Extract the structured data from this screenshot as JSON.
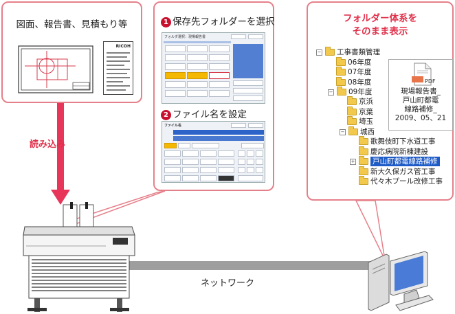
{
  "documents_box": {
    "title": "図面、報告書、見積もり等",
    "brand_on_report": "RICOH"
  },
  "screens_box": {
    "step1": "保存先フォルダーを選択",
    "step1_number": "1",
    "step2": "ファイル名を設定",
    "step2_number": "2",
    "screen1_title": "フォルダ選択：現場報告書",
    "screen2_title": "ファイル名"
  },
  "folder_box": {
    "heading_line1": "フォルダー体系を",
    "heading_line2": "そのまま表示",
    "tree": {
      "root": "工事書類管理",
      "y06": "06年度",
      "y07": "07年度",
      "y08": "08年度",
      "y09": "09年度",
      "kyohama": "京浜",
      "keiyo": "京葉",
      "saitama": "埼玉",
      "josai": "城西",
      "kabukicho": "歌舞伎町下水道工事",
      "keio": "慶応病院新棟建設",
      "toyama": "戸山町都電線路補修",
      "shinokubo": "新大久保ガス管工事",
      "yoyogi": "代々木プール改修工事"
    },
    "pdf_card": {
      "badge": "PDF",
      "line1": "現場報告書_",
      "line2": "戸山町都電",
      "line3": "線路補修_",
      "line4": "2009、05、21"
    }
  },
  "labels": {
    "read_in": "読み込み",
    "network": "ネットワーク"
  },
  "colors": {
    "accent_red": "#e0304a",
    "box_border": "#e5808a",
    "arrow": "#e8365a",
    "network_line": "#9e9e9e",
    "selection_blue": "#1e5bc6"
  }
}
